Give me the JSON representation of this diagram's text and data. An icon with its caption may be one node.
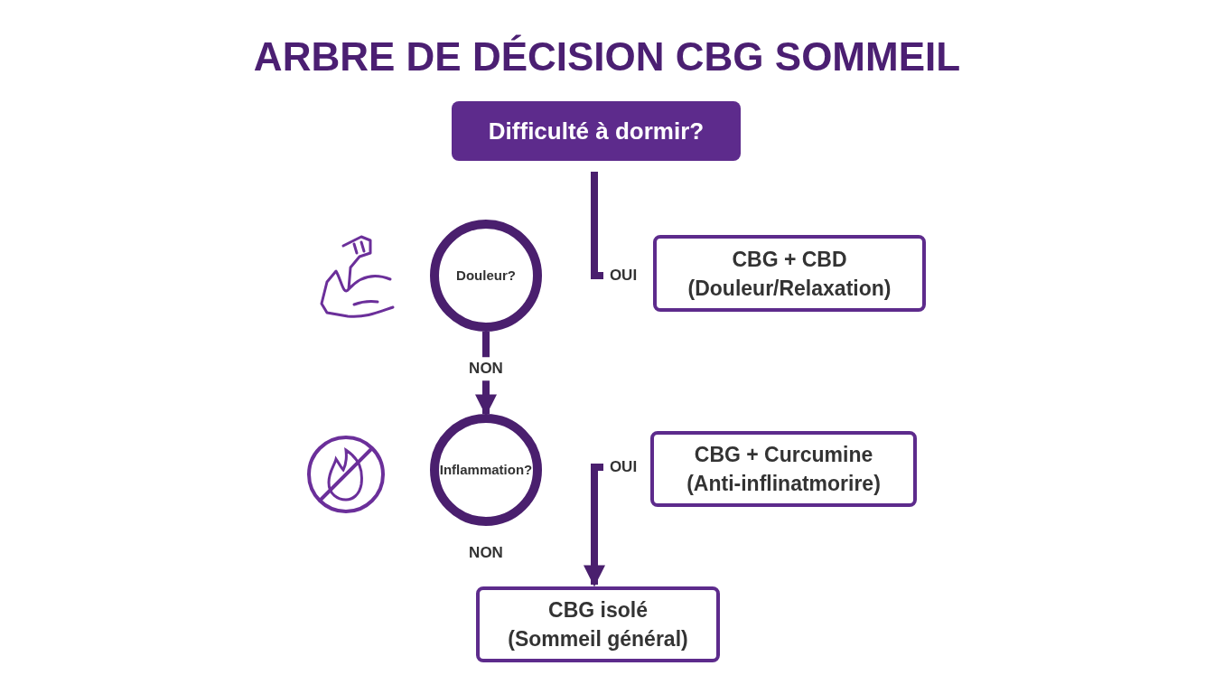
{
  "diagram": {
    "title": "ARBRE DE DÉCISION CBG SOMMEIL",
    "nodes": [
      {
        "text": [
          "Difficulté à dormir?"
        ]
      },
      {
        "text": [
          "Douleur?"
        ]
      },
      {
        "text": [
          "CBG + CBD",
          "(Douleur/Relaxation)"
        ]
      },
      {
        "text": [
          "Inflammation?"
        ]
      },
      {
        "text": [
          "CBG + Curcumine",
          "(Anti-inflinatmorire)"
        ]
      },
      {
        "text": [
          "CBG isolé",
          "(Sommeil général)"
        ]
      }
    ],
    "edges": [
      {
        "from": 0,
        "to": null,
        "arrow": "none",
        "label": "OUI"
      },
      {
        "from": 1,
        "to": 3,
        "arrow": "to",
        "label": "NON"
      },
      {
        "from": null,
        "to": 5,
        "arrow": "to",
        "label": "OUI"
      }
    ],
    "labels": [
      "NON"
    ]
  }
}
